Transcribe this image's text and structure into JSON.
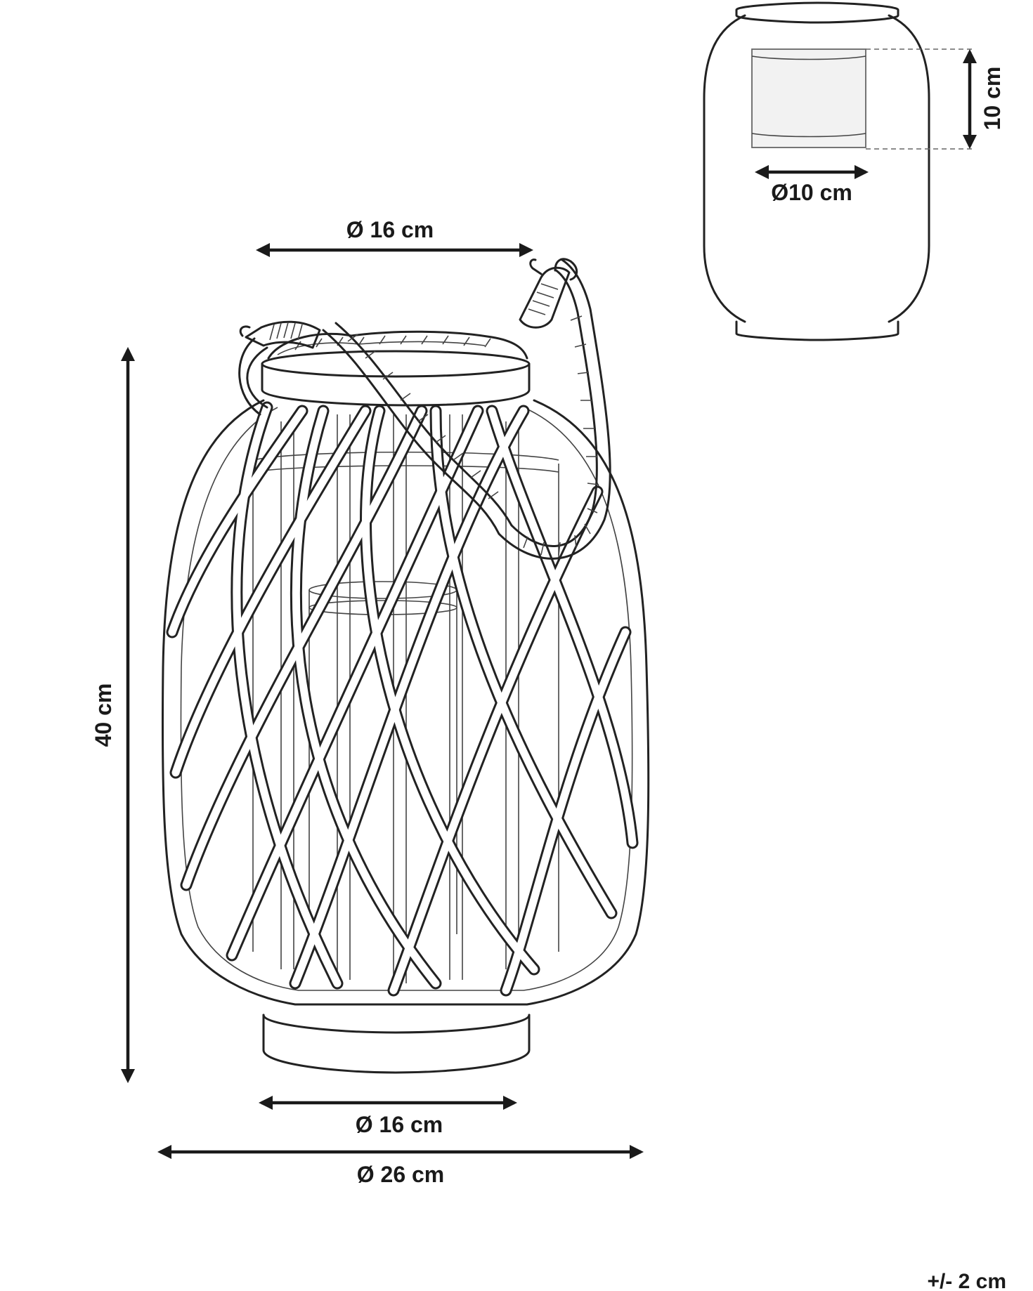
{
  "dimensions": {
    "top_diameter": "Ø 16 cm",
    "height": "40 cm",
    "base_diameter": "Ø 16 cm",
    "max_diameter": "Ø 26 cm",
    "insert_height": "10 cm",
    "insert_diameter": "Ø10 cm",
    "tolerance": "+/- 2 cm"
  }
}
